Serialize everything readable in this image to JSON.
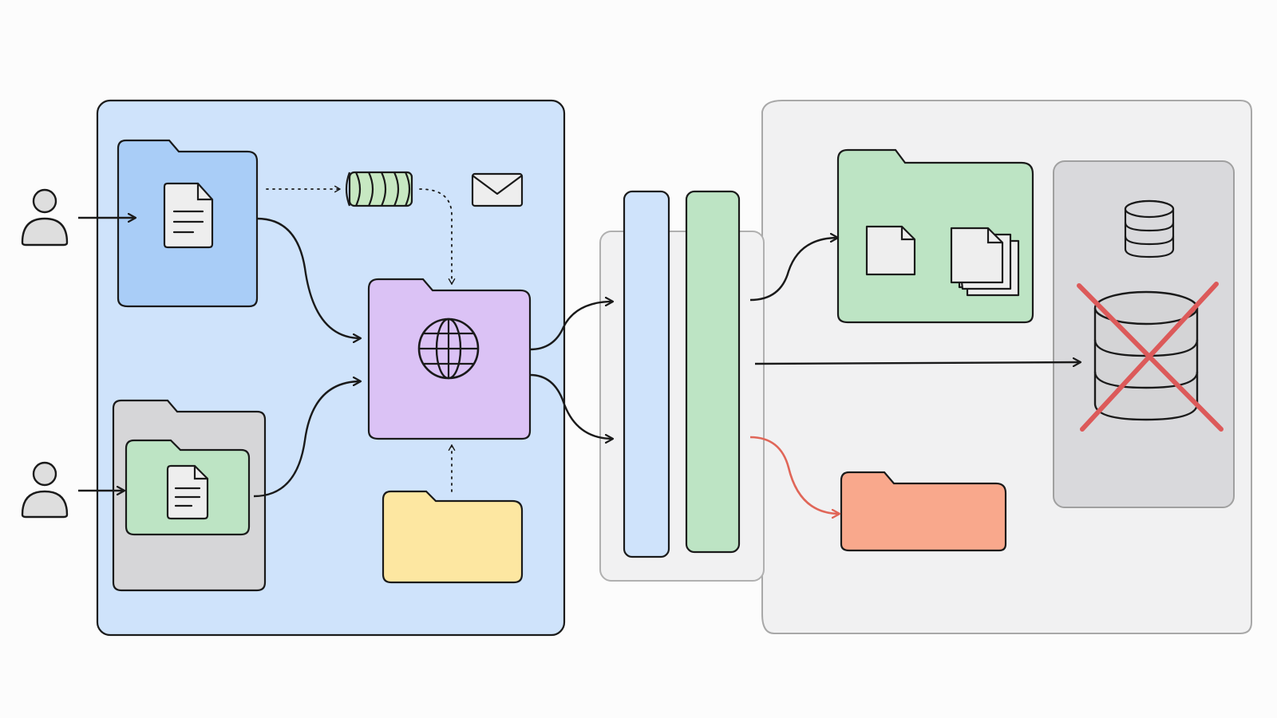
{
  "palette": {
    "ink": "#1a1a1a",
    "left_region_fill": "#cfe3fb",
    "right_region_fill": "#f1f1f2",
    "right_region_stroke": "#a8a8a8",
    "blue_folder": "#a9cdf7",
    "gray_folder": "#d6d6d8",
    "green_folder": "#bde4c4",
    "purple_folder": "#dbc2f5",
    "yellow_folder": "#fde7a1",
    "salmon_folder": "#f9a88c",
    "db_panel": "#d9d9dc",
    "db_fill": "#d4d4d6",
    "red_cross": "#dc5a5a",
    "red_arrow": "#e06658",
    "queue_fill": "#c7e8c2",
    "user_fill": "#dedede",
    "doc_fill": "#eeeeee"
  },
  "nodes": [
    {
      "id": "user-top",
      "icon": "user-icon"
    },
    {
      "id": "user-bottom",
      "icon": "user-icon"
    },
    {
      "id": "input-folder-blue",
      "icon": "document-icon"
    },
    {
      "id": "input-folder-gray",
      "icon": "folder-icon"
    },
    {
      "id": "input-folder-green",
      "icon": "document-icon"
    },
    {
      "id": "message-queue",
      "icon": "queue-icon"
    },
    {
      "id": "mail",
      "icon": "envelope-icon"
    },
    {
      "id": "web-folder-purple",
      "icon": "globe-icon"
    },
    {
      "id": "folder-yellow",
      "icon": "folder-icon"
    },
    {
      "id": "router-blue-column",
      "icon": "column"
    },
    {
      "id": "router-green-column",
      "icon": "column"
    },
    {
      "id": "output-folder-green",
      "icon": "document-stack-icon"
    },
    {
      "id": "output-folder-salmon",
      "icon": "folder-icon"
    },
    {
      "id": "database-small",
      "icon": "database-icon"
    },
    {
      "id": "database-removed",
      "icon": "database-icon",
      "crossed_out": true
    }
  ],
  "edges": [
    {
      "from": "user-top",
      "to": "input-folder-blue",
      "style": "solid"
    },
    {
      "from": "user-bottom",
      "to": "input-folder-green",
      "style": "solid"
    },
    {
      "from": "input-folder-blue",
      "to": "message-queue",
      "style": "dotted"
    },
    {
      "from": "message-queue",
      "to": "web-folder-purple",
      "style": "dotted"
    },
    {
      "from": "folder-yellow",
      "to": "web-folder-purple",
      "style": "dotted"
    },
    {
      "from": "input-folder-blue",
      "to": "web-folder-purple",
      "style": "solid"
    },
    {
      "from": "input-folder-gray",
      "to": "web-folder-purple",
      "style": "solid"
    },
    {
      "from": "web-folder-purple",
      "to": "router-blue-column",
      "style": "solid"
    },
    {
      "from": "web-folder-purple",
      "to": "router-blue-column",
      "style": "solid"
    },
    {
      "from": "router-green-column",
      "to": "output-folder-green",
      "style": "solid"
    },
    {
      "from": "router-green-column",
      "to": "database-removed",
      "style": "solid"
    },
    {
      "from": "router-green-column",
      "to": "output-folder-salmon",
      "style": "solid",
      "color": "red"
    }
  ]
}
